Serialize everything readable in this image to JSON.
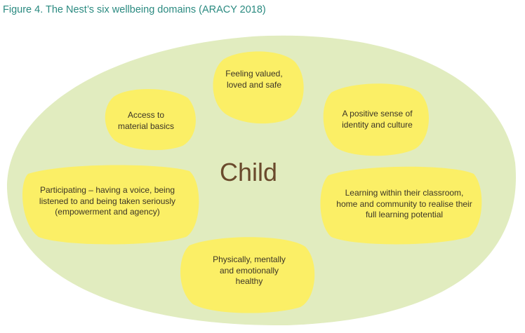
{
  "caption": "Figure 4. The Nest’s six wellbeing domains (ARACY 2018)",
  "center_label": "Child",
  "domains": [
    "Feeling valued, loved and safe",
    "Access to material basics",
    "A positive sense of identity and culture",
    "Participating – having a voice, being listened to and being taken seriously (empowerment and agency)",
    "Learning within their classroom, home and community to realise their full learning potential",
    "Physically, mentally and emotionally healthy"
  ],
  "colors": {
    "caption": "#2a8a80",
    "outer_field": "#e1ecbf",
    "domain_blob": "#fbef66",
    "center_text": "#6a4a2c",
    "domain_text": "#3c3526"
  }
}
